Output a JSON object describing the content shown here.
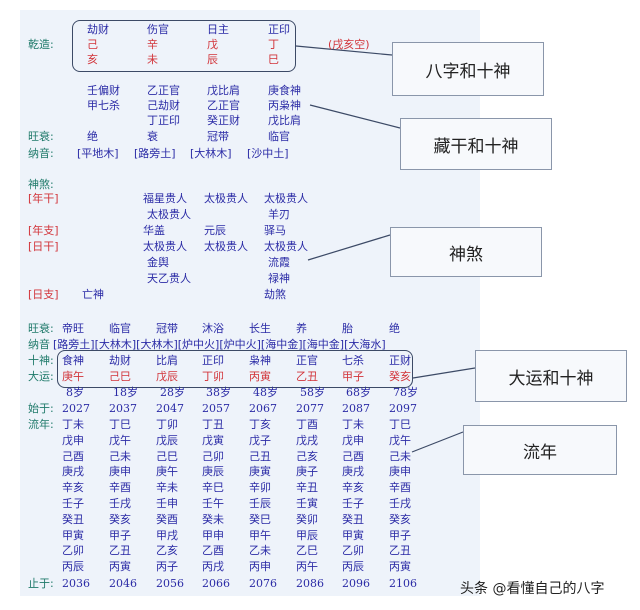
{
  "natal": {
    "label": "乾造:",
    "ten_gods": [
      "劫财",
      "伤官",
      "日主",
      "正印"
    ],
    "stems": [
      "己",
      "辛",
      "戊",
      "丁"
    ],
    "branches": [
      "亥",
      "未",
      "辰",
      "巳"
    ],
    "void": "(戌亥空)",
    "hidden": [
      [
        "壬偏财",
        "甲七杀"
      ],
      [
        "乙正官",
        "己劫财",
        "丁正印"
      ],
      [
        "戊比肩",
        "乙正官",
        "癸正财"
      ],
      [
        "庚食神",
        "丙枭神",
        "戊比肩"
      ]
    ],
    "wangshuai_label": "旺衰:",
    "wangshuai": [
      "绝",
      "衰",
      "冠带",
      "临官"
    ],
    "nayin_label": "纳音:",
    "nayin": [
      "[平地木]",
      "[路旁土]",
      "[大林木]",
      "[沙中土]"
    ]
  },
  "shensha": {
    "title": "神煞:",
    "rows": [
      {
        "label": "[年干]",
        "cells": [
          "",
          "福星贵人",
          "太极贵人",
          "太极贵人"
        ]
      },
      {
        "label": "",
        "cells": [
          "",
          "太极贵人",
          "",
          "羊刃"
        ]
      },
      {
        "label": "[年支]",
        "cells": [
          "",
          "华盖",
          "元辰",
          "驿马"
        ]
      },
      {
        "label": "[日干]",
        "cells": [
          "",
          "太极贵人",
          "太极贵人",
          "太极贵人"
        ]
      },
      {
        "label": "",
        "cells": [
          "",
          "金舆",
          "",
          "流霞"
        ]
      },
      {
        "label": "",
        "cells": [
          "",
          "天乙贵人",
          "",
          "禄神"
        ]
      },
      {
        "label": "[日支]",
        "cells": [
          "亡神",
          "",
          "",
          "劫煞"
        ]
      }
    ]
  },
  "dayun": {
    "wangshuai_label": "旺衰:",
    "wangshuai": [
      "帝旺",
      "临官",
      "冠带",
      "沐浴",
      "长生",
      "养",
      "胎",
      "绝"
    ],
    "nayin_label": "纳音",
    "nayin": "[路旁土][大林木][大林木][炉中火][炉中火][海中金][海中金][大海水]",
    "ten_gods_label": "十神:",
    "ten_gods": [
      "食神",
      "劫财",
      "比肩",
      "正印",
      "枭神",
      "正官",
      "七杀",
      "正财"
    ],
    "pillars_label": "大运:",
    "pillars": [
      "庚午",
      "己巳",
      "戊辰",
      "丁卯",
      "丙寅",
      "乙丑",
      "甲子",
      "癸亥"
    ],
    "ages": [
      "8岁",
      "18岁",
      "28岁",
      "38岁",
      "48岁",
      "58岁",
      "68岁",
      "78岁"
    ],
    "start_label": "始于:",
    "start_years": [
      "2027",
      "2037",
      "2047",
      "2057",
      "2067",
      "2077",
      "2087",
      "2097"
    ],
    "liunian_label": "流年:",
    "liunian": [
      [
        "丁未",
        "丁巳",
        "丁卯",
        "丁丑",
        "丁亥",
        "丁酉",
        "丁未",
        "丁巳"
      ],
      [
        "戊申",
        "戊午",
        "戊辰",
        "戊寅",
        "戊子",
        "戊戌",
        "戊申",
        "戊午"
      ],
      [
        "己酉",
        "己未",
        "己巳",
        "己卯",
        "己丑",
        "己亥",
        "己酉",
        "己未"
      ],
      [
        "庚戌",
        "庚申",
        "庚午",
        "庚辰",
        "庚寅",
        "庚子",
        "庚戌",
        "庚申"
      ],
      [
        "辛亥",
        "辛酉",
        "辛未",
        "辛巳",
        "辛卯",
        "辛丑",
        "辛亥",
        "辛酉"
      ],
      [
        "壬子",
        "壬戌",
        "壬申",
        "壬午",
        "壬辰",
        "壬寅",
        "壬子",
        "壬戌"
      ],
      [
        "癸丑",
        "癸亥",
        "癸酉",
        "癸未",
        "癸巳",
        "癸卯",
        "癸丑",
        "癸亥"
      ],
      [
        "甲寅",
        "甲子",
        "甲戌",
        "甲申",
        "甲午",
        "甲辰",
        "甲寅",
        "甲子"
      ],
      [
        "乙卯",
        "乙丑",
        "乙亥",
        "乙酉",
        "乙未",
        "乙巳",
        "乙卯",
        "乙丑"
      ],
      [
        "丙辰",
        "丙寅",
        "丙子",
        "丙戌",
        "丙申",
        "丙午",
        "丙辰",
        "丙寅"
      ]
    ],
    "end_label": "止于:",
    "end_years": [
      "2036",
      "2046",
      "2056",
      "2066",
      "2076",
      "2086",
      "2096",
      "2106"
    ]
  },
  "callouts": [
    "八字和十神",
    "藏干和十神",
    "神煞",
    "大运和十神",
    "流年"
  ],
  "footer": "头条 @看懂自己的八字"
}
